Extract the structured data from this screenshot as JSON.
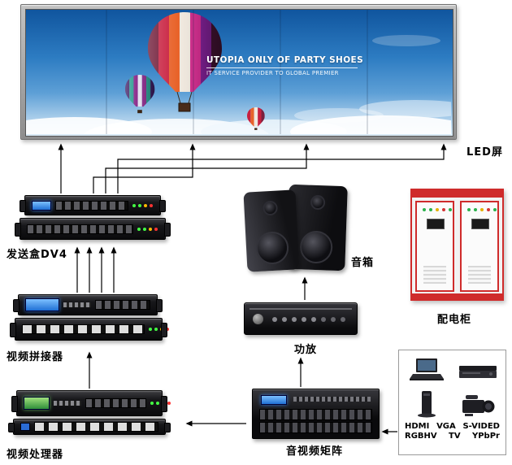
{
  "diagram": {
    "led_screen": {
      "label": "LED屏",
      "headline": "UTOPIA ONLY OF PARTY SHOES",
      "subheadline": "IT SERVICE PROVIDER TO GLOBAL PREMIER"
    },
    "devices": {
      "sender_box": {
        "label": "发送盒DV4"
      },
      "video_splicer": {
        "label": "视频拼接器"
      },
      "video_processor": {
        "label": "视频处理器"
      },
      "speakers": {
        "label": "音箱"
      },
      "amplifier": {
        "label": "功放"
      },
      "av_matrix": {
        "label": "音视频矩阵"
      },
      "power_cabinet": {
        "label": "配电柜"
      }
    },
    "sources": {
      "icons": [
        "laptop-icon",
        "dvd-player-icon",
        "settop-box-icon",
        "camcorder-icon"
      ],
      "row1": [
        "HDMI",
        "VGA",
        "S-VIDED"
      ],
      "row2": [
        "RGBHV",
        "TV",
        "YPbPr"
      ]
    },
    "colors": {
      "sky_top": "#10559e",
      "sky_bottom": "#dcecf7",
      "cabinet_red": "#cf2b2b",
      "device_black": "#141416",
      "lcd_blue": "#2e8fe0"
    }
  }
}
